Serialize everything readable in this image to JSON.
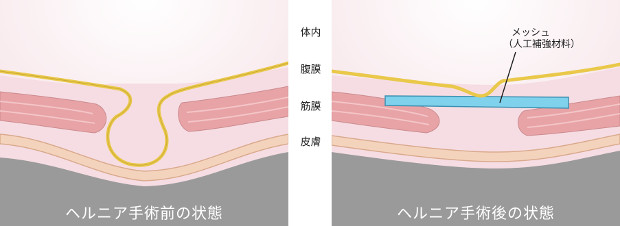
{
  "layers": {
    "inside_body": "体内",
    "peritoneum": "腹膜",
    "fascia": "筋膜",
    "skin": "皮膚"
  },
  "mesh": {
    "line1": "メッシュ",
    "line2": "（人工補強材料）"
  },
  "captions": {
    "before": "ヘルニア手術前の状態",
    "after": "ヘルニア手術後の状態"
  },
  "colors": {
    "cavity": "#f7e6ea",
    "peritoneum_line": "#e9c84a",
    "muscle": "#e8a3a6",
    "skin_band": "#f4d3bd",
    "subcutaneous": "#9a9a9a",
    "mesh": "#7fd1ec"
  }
}
